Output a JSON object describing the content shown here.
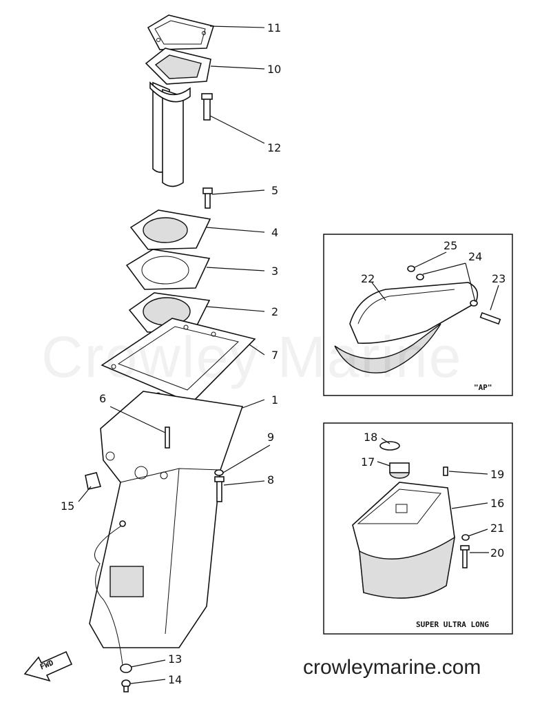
{
  "watermark_text": "Crowley Marine",
  "website_text": "crowleymarine.com",
  "fwd_label": "FWD",
  "inset_ap": {
    "caption": "\"AP\"",
    "callouts": [
      "22",
      "23",
      "24",
      "25"
    ]
  },
  "inset_super_ultra_long": {
    "caption": "SUPER ULTRA LONG",
    "callouts": [
      "16",
      "17",
      "18",
      "19",
      "20",
      "21"
    ]
  },
  "main_callouts": [
    "1",
    "2",
    "3",
    "4",
    "5",
    "6",
    "7",
    "8",
    "9",
    "10",
    "11",
    "12",
    "13",
    "14",
    "15"
  ]
}
